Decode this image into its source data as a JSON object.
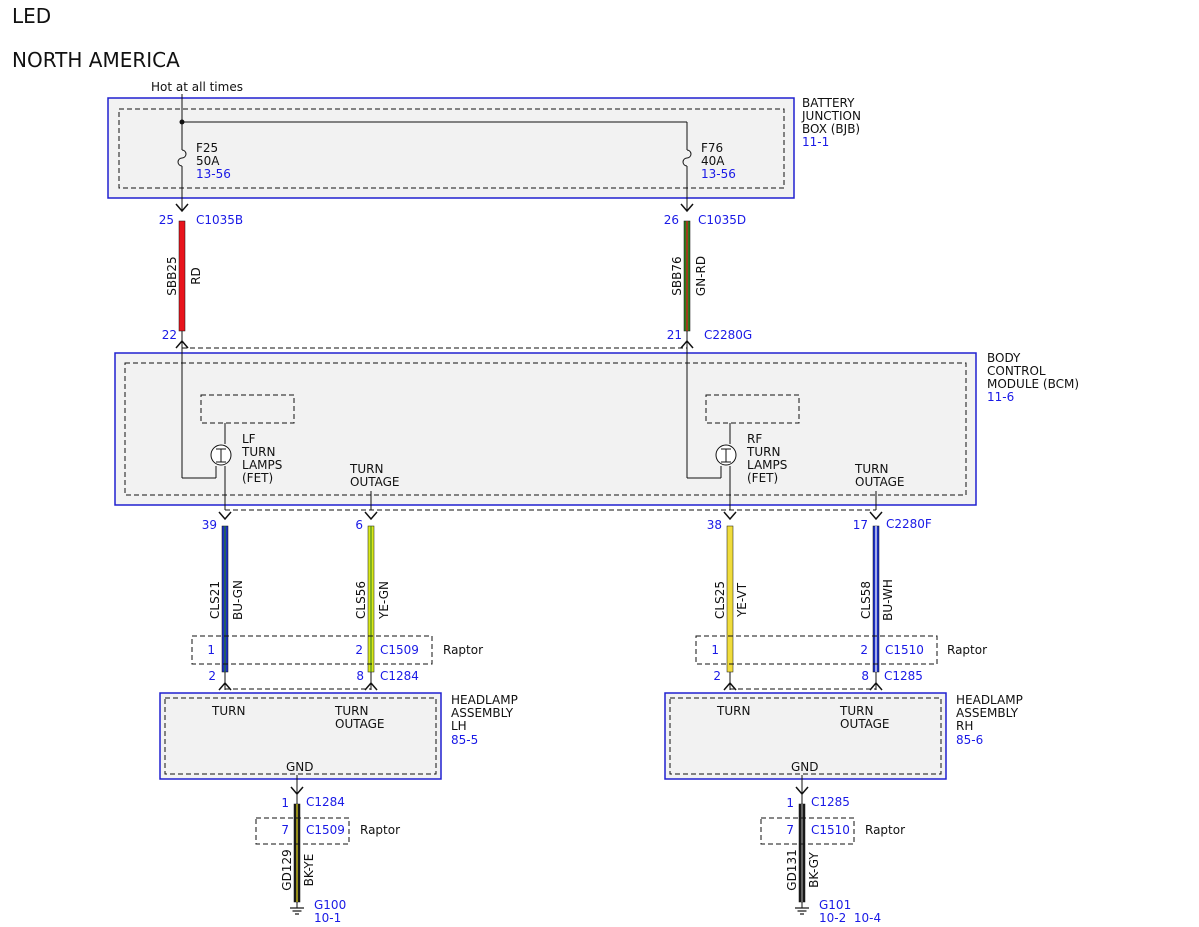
{
  "titles": {
    "line1": "LED",
    "line2": "NORTH AMERICA"
  },
  "supply": {
    "label": "Hot at all times"
  },
  "colors": {
    "ref_blue": "#1a1ae6",
    "module_border": "#2020d0",
    "module_fill": "#f2f2f2",
    "RD": "#e8141c",
    "GN-RD": "#2d7a1f",
    "BU-GN": "#1c2fc4",
    "YE-GN": "#d8e81c",
    "YE-VT": "#f0dc3c",
    "BU-WH": "#1c2fc4",
    "BK-YE": "#1a1a1a",
    "BK-GY": "#1a1a1a"
  },
  "bjb": {
    "name": [
      "BATTERY",
      "JUNCTION",
      "BOX (BJB)"
    ],
    "ref": "11-1",
    "fuses": [
      {
        "name": "F25",
        "rating": "50A",
        "ref": "13-56"
      },
      {
        "name": "F76",
        "rating": "40A",
        "ref": "13-56"
      }
    ]
  },
  "bcm": {
    "name": [
      "BODY",
      "CONTROL",
      "MODULE (BCM)"
    ],
    "ref": "11-6",
    "left_fet": [
      "LF",
      "TURN",
      "LAMPS",
      "(FET)"
    ],
    "right_fet": [
      "RF",
      "TURN",
      "LAMPS",
      "(FET)"
    ],
    "outage_label": [
      "TURN",
      "OUTAGE"
    ]
  },
  "upper_wires": [
    {
      "top_pin": "25",
      "top_conn": "C1035B",
      "circuit": "SBB25",
      "color": "RD",
      "bottom_pin": "22",
      "bottom_conn": ""
    },
    {
      "top_pin": "26",
      "top_conn": "C1035D",
      "circuit": "SBB76",
      "color": "GN-RD",
      "bottom_pin": "21",
      "bottom_conn": "C2280G"
    }
  ],
  "lower_wires": [
    {
      "top_pin": "39",
      "top_conn": "",
      "circuit": "CLS21",
      "color": "BU-GN",
      "mid_pin": "1",
      "mid_conn": "",
      "bottom_pin": "2",
      "bottom_conn": ""
    },
    {
      "top_pin": "6",
      "top_conn": "",
      "circuit": "CLS56",
      "color": "YE-GN",
      "mid_pin": "2",
      "mid_conn": "C1509",
      "bottom_pin": "8",
      "bottom_conn": "C1284"
    },
    {
      "top_pin": "38",
      "top_conn": "",
      "circuit": "CLS25",
      "color": "YE-VT",
      "mid_pin": "1",
      "mid_conn": "",
      "bottom_pin": "2",
      "bottom_conn": ""
    },
    {
      "top_pin": "17",
      "top_conn": "C2280F",
      "circuit": "CLS58",
      "color": "BU-WH",
      "mid_pin": "2",
      "mid_conn": "C1510",
      "bottom_pin": "8",
      "bottom_conn": "C1285"
    }
  ],
  "raptor_label": "Raptor",
  "headlamps": [
    {
      "name": [
        "HEADLAMP",
        "ASSEMBLY",
        "LH"
      ],
      "ref": "85-5",
      "turn": "TURN",
      "outage": [
        "TURN",
        "OUTAGE"
      ],
      "gnd": "GND",
      "ground": {
        "top_pin": "1",
        "top_conn": "C1284",
        "mid_pin": "7",
        "mid_conn": "C1509",
        "circuit": "GD129",
        "color": "BK-YE",
        "point": "G100",
        "refs": "10-1"
      }
    },
    {
      "name": [
        "HEADLAMP",
        "ASSEMBLY",
        "RH"
      ],
      "ref": "85-6",
      "turn": "TURN",
      "outage": [
        "TURN",
        "OUTAGE"
      ],
      "gnd": "GND",
      "ground": {
        "top_pin": "1",
        "top_conn": "C1285",
        "mid_pin": "7",
        "mid_conn": "C1510",
        "circuit": "GD131",
        "color": "BK-GY",
        "point": "G101",
        "refs": "10-2  10-4"
      }
    }
  ]
}
